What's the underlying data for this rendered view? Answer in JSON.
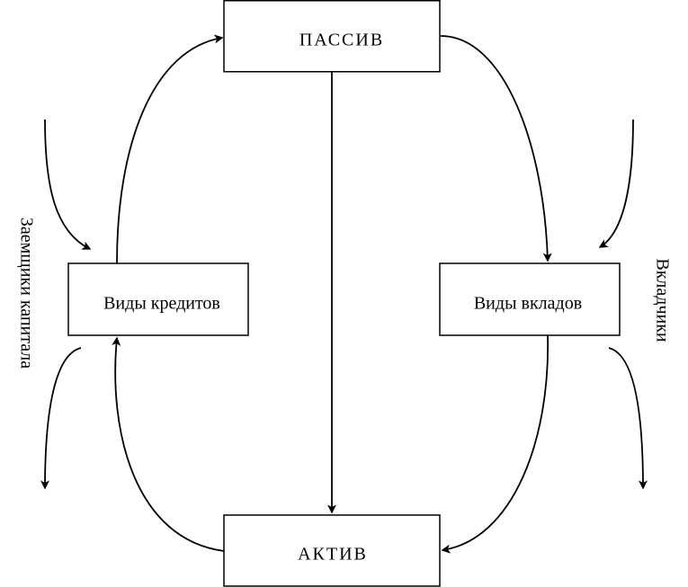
{
  "diagram": {
    "nodes": {
      "passive": {
        "label": "ПАССИВ"
      },
      "active": {
        "label": "АКТИВ"
      },
      "credits": {
        "label": "Виды кредитов"
      },
      "deposits": {
        "label": "Виды вкладов"
      }
    },
    "side_labels": {
      "left": "Заемщики капитала",
      "right": "Вкладчики"
    },
    "edges": [
      {
        "from": "credits",
        "to": "passive"
      },
      {
        "from": "passive",
        "to": "deposits"
      },
      {
        "from": "passive",
        "to": "active"
      },
      {
        "from": "deposits",
        "to": "active"
      },
      {
        "from": "active",
        "to": "credits"
      },
      {
        "from": "borrowers",
        "to": "credits"
      },
      {
        "from": "credits",
        "to": "borrowers"
      },
      {
        "from": "depositors",
        "to": "deposits"
      },
      {
        "from": "deposits",
        "to": "depositors"
      }
    ],
    "colors": {
      "stroke": "#000000",
      "fill": "#ffffff",
      "text": "#000000"
    }
  }
}
